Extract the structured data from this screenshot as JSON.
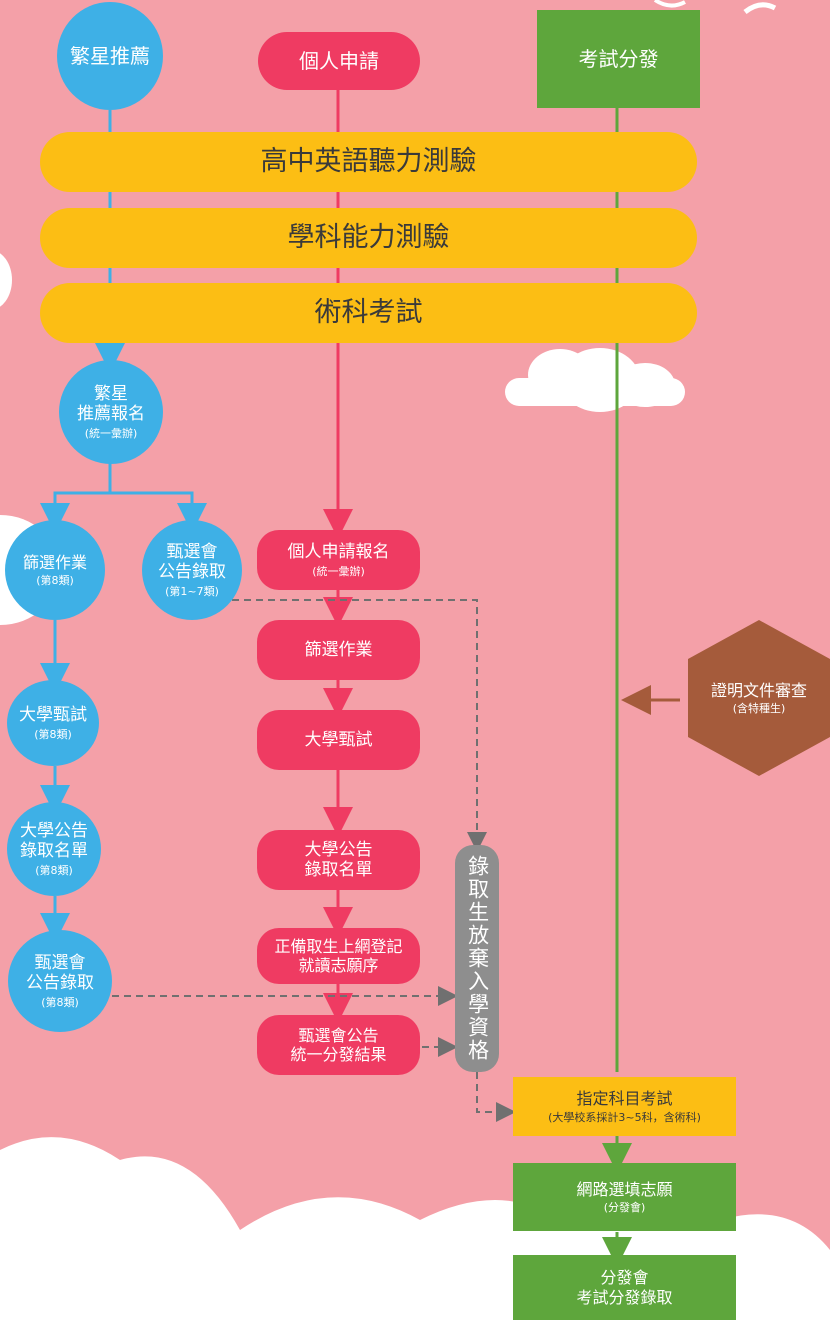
{
  "tracks": {
    "star": "繁星推薦",
    "personal": "個人申請",
    "exam": "考試分發"
  },
  "bands": {
    "listening": "高中英語聽力測驗",
    "gsat": "學科能力測驗",
    "art": "術科考試"
  },
  "star_flow": {
    "register_line1": "繁星",
    "register_line2": "推薦報名",
    "register_note": "(統一彙辦)",
    "screening": "篩選作業",
    "screening_note": "(第8類)",
    "announce1_line1": "甄選會",
    "announce1_line2": "公告錄取",
    "announce1_note": "(第1~7類)",
    "interview": "大學甄試",
    "interview_note": "(第8類)",
    "list_line1": "大學公告",
    "list_line2": "錄取名單",
    "list_note": "(第8類)",
    "announce2_line1": "甄選會",
    "announce2_line2": "公告錄取",
    "announce2_note": "(第8類)"
  },
  "personal_flow": {
    "register": "個人申請報名",
    "register_note": "(統一彙辦)",
    "screening": "篩選作業",
    "interview": "大學甄試",
    "list_line1": "大學公告",
    "list_line2": "錄取名單",
    "online_line1": "正備取生上網登記",
    "online_line2": "就讀志願序",
    "result_line1": "甄選會公告",
    "result_line2": "統一分發結果"
  },
  "waiver": "錄取生放棄入學資格",
  "cert": {
    "title": "證明文件審查",
    "note": "(含特種生)"
  },
  "exam_flow": {
    "subject_exam": "指定科目考試",
    "subject_note": "(大學校系採計3~5科，含術科)",
    "choose": "網路選填志願",
    "choose_note": "(分發會)",
    "final_line1": "分發會",
    "final_line2": "考試分發錄取"
  },
  "colors": {
    "background": "#f4a0a8",
    "star_blue": "#3eb0e6",
    "personal_red": "#ef3b62",
    "exam_green": "#5ea63c",
    "band_yellow": "#fcbe14",
    "waiver_gray": "#8e8e8e",
    "cert_brown": "#a55b3b"
  }
}
